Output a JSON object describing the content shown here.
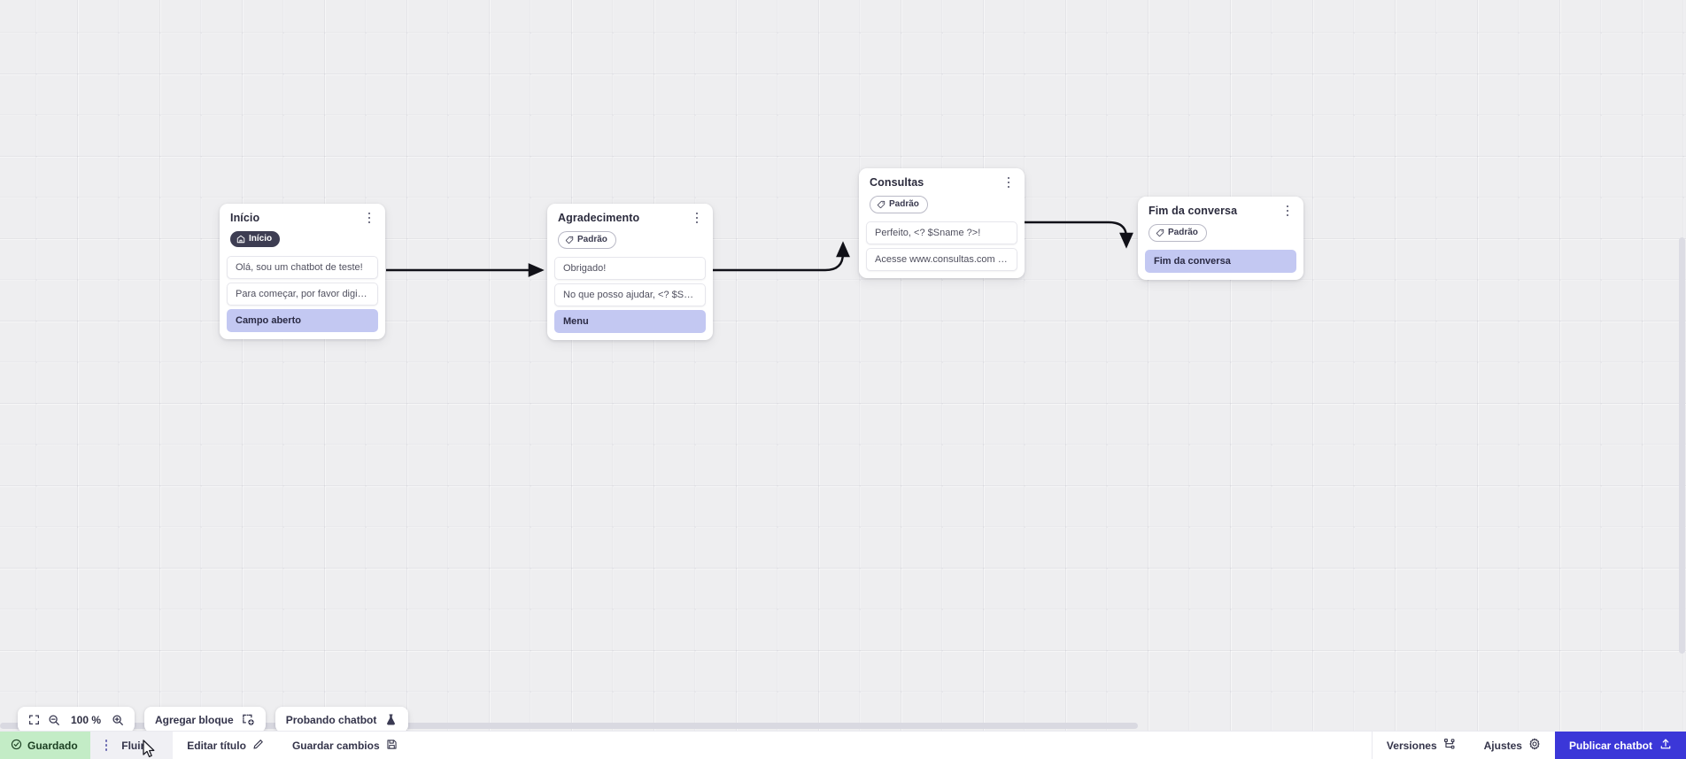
{
  "canvas": {
    "zoom_level": "100 %",
    "grid": "dotted-grid"
  },
  "nodes": [
    {
      "id": "inicio",
      "title": "Início",
      "badge": {
        "label": "Início",
        "type": "start",
        "icon": "home-icon"
      },
      "rows": [
        {
          "text": "Olá, sou um chatbot de teste!",
          "accent": false
        },
        {
          "text": "Para começar, por favor digite o ...",
          "accent": false
        },
        {
          "text": "Campo aberto",
          "accent": true
        }
      ]
    },
    {
      "id": "agradecimento",
      "title": "Agradecimento",
      "badge": {
        "label": "Padrão",
        "type": "default",
        "icon": "tag-icon"
      },
      "rows": [
        {
          "text": "Obrigado!",
          "accent": false
        },
        {
          "text": "No que posso ajudar, <? $Sname ...",
          "accent": false
        },
        {
          "text": "Menu",
          "accent": true
        }
      ]
    },
    {
      "id": "consultas",
      "title": "Consultas",
      "badge": {
        "label": "Padrão",
        "type": "default",
        "icon": "tag-icon"
      },
      "rows": [
        {
          "text": "Perfeito, <? $Sname ?>!",
          "accent": false
        },
        {
          "text": "Acesse www.consultas.com par...",
          "accent": false
        }
      ]
    },
    {
      "id": "fim-da-conversa",
      "title": "Fim da conversa",
      "badge": {
        "label": "Padrão",
        "type": "default",
        "icon": "tag-icon"
      },
      "rows": [
        {
          "text": "Fim da conversa",
          "accent": true
        }
      ]
    }
  ],
  "toolbar": {
    "fit_icon": "fit-screen-icon",
    "zoom_out_icon": "zoom-out-icon",
    "zoom_level": "100 %",
    "zoom_in_icon": "zoom-in-icon",
    "add_block_label": "Agregar bloque",
    "add_block_icon": "add-block-icon",
    "test_chatbot_label": "Probando chatbot",
    "test_chatbot_icon": "flask-icon"
  },
  "bottom_bar": {
    "saved_label": "Guardado",
    "saved_icon": "check-circle-icon",
    "menu_icon": "vertical-dots-icon",
    "flow_tab_label": "Fluir",
    "edit_title_label": "Editar título",
    "edit_title_icon": "pencil-icon",
    "save_changes_label": "Guardar cambios",
    "save_changes_icon": "floppy-disk-icon",
    "versions_label": "Versiones",
    "versions_icon": "branch-icon",
    "settings_label": "Ajustes",
    "settings_icon": "gear-icon",
    "publish_label": "Publicar chatbot",
    "publish_icon": "upload-icon"
  },
  "colors": {
    "accent_row": "#c3c8f2",
    "publish_blue": "#3b37d8",
    "saved_green": "#c3ecc6",
    "start_badge": "#3d3d52"
  }
}
